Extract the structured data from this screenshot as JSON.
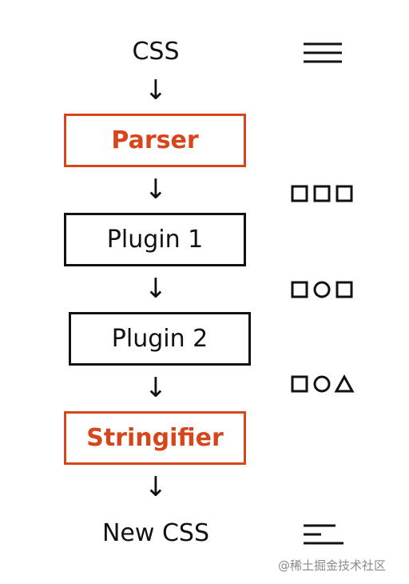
{
  "pipeline": {
    "input_label": "CSS",
    "parser_label": "Parser",
    "plugin1_label": "Plugin 1",
    "plugin2_label": "Plugin 2",
    "stringifier_label": "Stringifier",
    "output_label": "New CSS",
    "arrow_glyph": "↓"
  },
  "colors": {
    "accent": "#d6461a",
    "stroke": "#111111",
    "watermark": "#8a8a8a"
  },
  "icons": {
    "input": "three-lines-icon",
    "after_parser": [
      "square-icon",
      "square-icon",
      "square-icon"
    ],
    "after_plugin1": [
      "square-icon",
      "circle-icon",
      "square-icon"
    ],
    "after_plugin2": [
      "square-icon",
      "circle-icon",
      "triangle-icon"
    ],
    "output": "uneven-lines-icon"
  },
  "watermark": {
    "text": "@稀土掘金技术社区"
  }
}
